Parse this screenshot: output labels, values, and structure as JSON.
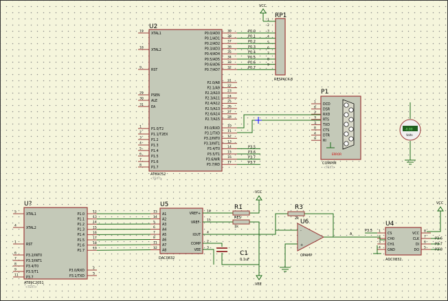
{
  "u2": {
    "ref": "U2",
    "part": "AT89C52",
    "text_tag": "<TEXT>",
    "left_pins": [
      {
        "num": "19",
        "name": "XTAL1"
      },
      {
        "num": "18",
        "name": "XTAL2"
      },
      {
        "num": "9",
        "name": "RST"
      },
      {
        "num": "29",
        "name": "PSEN"
      },
      {
        "num": "30",
        "name": "ALE"
      },
      {
        "num": "31",
        "name": "EA"
      },
      {
        "num": "1",
        "name": "P1.0/T2"
      },
      {
        "num": "2",
        "name": "P1.1/T2EX"
      },
      {
        "num": "3",
        "name": "P1.2"
      },
      {
        "num": "4",
        "name": "P1.3"
      },
      {
        "num": "5",
        "name": "P1.4"
      },
      {
        "num": "6",
        "name": "P1.5"
      },
      {
        "num": "7",
        "name": "P1.6"
      },
      {
        "num": "8",
        "name": "P1.7"
      }
    ],
    "right_pins": [
      {
        "num": "39",
        "name": "P0.0/AD0",
        "net": "P0.0"
      },
      {
        "num": "38",
        "name": "P0.1/AD1",
        "net": "P0.1"
      },
      {
        "num": "37",
        "name": "P0.2/AD2",
        "net": "P0.2"
      },
      {
        "num": "36",
        "name": "P0.3/AD3",
        "net": "P0.3"
      },
      {
        "num": "35",
        "name": "P0.4/AD4",
        "net": "P0.4"
      },
      {
        "num": "34",
        "name": "P0.5/AD5",
        "net": "P0.5"
      },
      {
        "num": "33",
        "name": "P0.6/AD6",
        "net": "P0.6"
      },
      {
        "num": "32",
        "name": "P0.7/AD7",
        "net": "P0.7"
      },
      {
        "num": "21",
        "name": "P2.0/A8",
        "net": ""
      },
      {
        "num": "22",
        "name": "P2.1/A9",
        "net": ""
      },
      {
        "num": "23",
        "name": "P2.2/A10",
        "net": ""
      },
      {
        "num": "24",
        "name": "P2.3/A11",
        "net": ""
      },
      {
        "num": "25",
        "name": "P2.4/A12",
        "net": ""
      },
      {
        "num": "26",
        "name": "P2.5/A13",
        "net": ""
      },
      {
        "num": "27",
        "name": "P2.6/A14",
        "net": ""
      },
      {
        "num": "28",
        "name": "P2.7/A15",
        "net": ""
      },
      {
        "num": "10",
        "name": "P3.0/RXD",
        "net": ""
      },
      {
        "num": "11",
        "name": "P3.1/TXD",
        "net": ""
      },
      {
        "num": "12",
        "name": "P3.2/INT0",
        "net": ""
      },
      {
        "num": "13",
        "name": "P3.3/INT1",
        "net": ""
      },
      {
        "num": "14",
        "name": "P3.4/T0",
        "net": "P3.5"
      },
      {
        "num": "15",
        "name": "P3.5/T1",
        "net": "P3.6"
      },
      {
        "num": "16",
        "name": "P3.6/WR",
        "net": "P3.7"
      },
      {
        "num": "17",
        "name": "P3.7/RD",
        "net": "P3.7"
      }
    ]
  },
  "rp1": {
    "ref": "RP1",
    "part": "RESPACK-8",
    "pins": [
      "1",
      "2",
      "3",
      "4",
      "5",
      "6",
      "7",
      "8",
      "9"
    ]
  },
  "p1": {
    "ref": "P1",
    "part": "COMPIM",
    "text_tag": "<TEXT>",
    "error": "ERROR",
    "pins": [
      {
        "num": "1",
        "name": "DCD"
      },
      {
        "num": "6",
        "name": "DSR"
      },
      {
        "num": "2",
        "name": "RXD"
      },
      {
        "num": "7",
        "name": "RTS"
      },
      {
        "num": "3",
        "name": "TXD"
      },
      {
        "num": "8",
        "name": "CTS"
      },
      {
        "num": "4",
        "name": "DTR"
      },
      {
        "num": "9",
        "name": "RI"
      }
    ]
  },
  "voltmeter": {
    "reading": "-0.00",
    "unit": "Volts"
  },
  "u7": {
    "ref": "U?",
    "part": "AT89C2051",
    "text_tag": "<TEXT>",
    "left_pins": [
      {
        "num": "5",
        "name": "XTAL1"
      },
      {
        "num": "4",
        "name": "XTAL2"
      },
      {
        "num": "1",
        "name": "RST"
      },
      {
        "num": "6",
        "name": "P3.2/INT0"
      },
      {
        "num": "7",
        "name": "P3.3/INT1"
      },
      {
        "num": "8",
        "name": "P3.4/T0"
      },
      {
        "num": "9",
        "name": "P3.5/T1"
      },
      {
        "num": "11",
        "name": "P3.7"
      }
    ],
    "right_pins": [
      {
        "num": "12",
        "name": "P1.0"
      },
      {
        "num": "13",
        "name": "P1.1"
      },
      {
        "num": "14",
        "name": "P1.2"
      },
      {
        "num": "15",
        "name": "P1.3"
      },
      {
        "num": "16",
        "name": "P1.4"
      },
      {
        "num": "17",
        "name": "P1.5"
      },
      {
        "num": "18",
        "name": "P1.6"
      },
      {
        "num": "19",
        "name": "P1.7"
      }
    ],
    "right_pins2": [
      {
        "num": "2",
        "name": "P3.0/RXD"
      },
      {
        "num": "3",
        "name": "P3.1/TXD"
      }
    ]
  },
  "u5": {
    "ref": "U5",
    "part": "DAC0832",
    "left_pins": [
      {
        "num": "13",
        "name": "A1"
      },
      {
        "num": "14",
        "name": "A2"
      },
      {
        "num": "5",
        "name": "A3"
      },
      {
        "num": "6",
        "name": "A4"
      },
      {
        "num": "7",
        "name": "A5"
      },
      {
        "num": "8",
        "name": "A6"
      },
      {
        "num": "11",
        "name": "A7"
      },
      {
        "num": "12",
        "name": "A8"
      }
    ],
    "right_pins": [
      {
        "num": "14",
        "name": "VREF+"
      },
      {
        "num": "15",
        "name": "VREF-"
      },
      {
        "num": "4",
        "name": "IOUT"
      },
      {
        "num": "2",
        "name": "COMP"
      },
      {
        "num": "3",
        "name": "VEE"
      }
    ],
    "u7_pin_nums": [
      "12",
      "13",
      "14",
      "15",
      "16",
      "17",
      "18",
      "19"
    ],
    "u5_pin_nums": [
      "13",
      "14",
      "5",
      "6",
      "7",
      "8",
      "11",
      "12"
    ]
  },
  "r1": {
    "ref": "R1",
    "value": "RES",
    "extra": "1k"
  },
  "r2": {
    "ref": "",
    "value": "RES",
    "extra": "1k"
  },
  "r3": {
    "ref": "R3",
    "value": "2k"
  },
  "c1": {
    "ref": "C1",
    "value": "0.1uF"
  },
  "u6": {
    "ref": "U6",
    "part": "OPAMP"
  },
  "u4": {
    "ref": "U4",
    "part": "ADC0832",
    "left_pins": [
      {
        "num": "1",
        "name": "CS"
      },
      {
        "num": "2",
        "name": "CH0"
      },
      {
        "num": "3",
        "name": "CH1"
      },
      {
        "num": "4",
        "name": "GND"
      }
    ],
    "right_pins": [
      {
        "num": "8",
        "name": "VCC"
      },
      {
        "num": "7",
        "name": "CLK"
      },
      {
        "num": "6",
        "name": "DI"
      },
      {
        "num": "5",
        "name": "DO"
      }
    ],
    "nets": [
      "P3.5",
      "P3.6",
      "P3.7",
      "P3.8"
    ],
    "cs_net": "P3.5"
  },
  "power": {
    "vcc": "VCC",
    "vee": "VEE"
  },
  "net_a": "A"
}
